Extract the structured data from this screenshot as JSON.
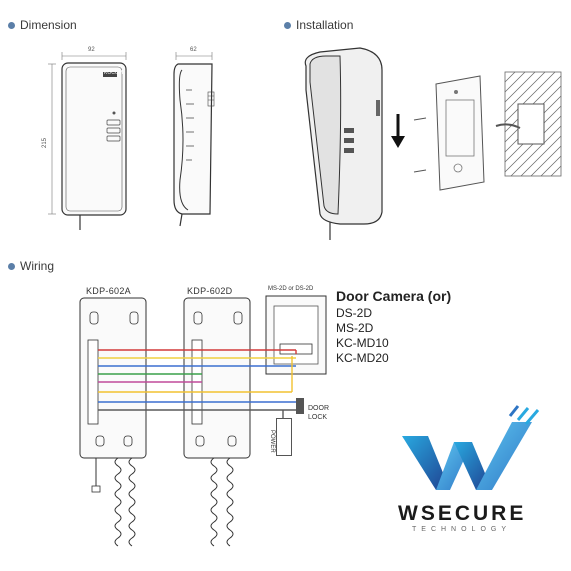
{
  "sections": {
    "dimension": "Dimension",
    "installation": "Installation",
    "wiring": "Wiring"
  },
  "dimension_labels": {
    "width": "92",
    "depth": "62",
    "height": "215",
    "logo": "KOCOM"
  },
  "models": {
    "left": "KDP-602A",
    "right": "KDP-602D"
  },
  "camera_module": {
    "title": "MS-2D or DS-2D"
  },
  "door_camera": {
    "title": "Door Camera (or)",
    "models": [
      "DS-2D",
      "MS-2D",
      "KC-MD10",
      "KC-MD20"
    ]
  },
  "door_lock_line1": "DOOR",
  "door_lock_line2": "LOCK",
  "power_label": "POWER",
  "brand": {
    "name": "WSECURE",
    "tagline": "TECHNOLOGY",
    "colors": {
      "dark_blue": "#1f3f8f",
      "light_blue": "#29a9e0",
      "mid_blue": "#2d74c4"
    }
  },
  "wire_colors": [
    "#d23a3a",
    "#f0d040",
    "#3b6fd0",
    "#3aa04a",
    "#c04a9a",
    "#f2c230",
    "#5a5a5a"
  ]
}
